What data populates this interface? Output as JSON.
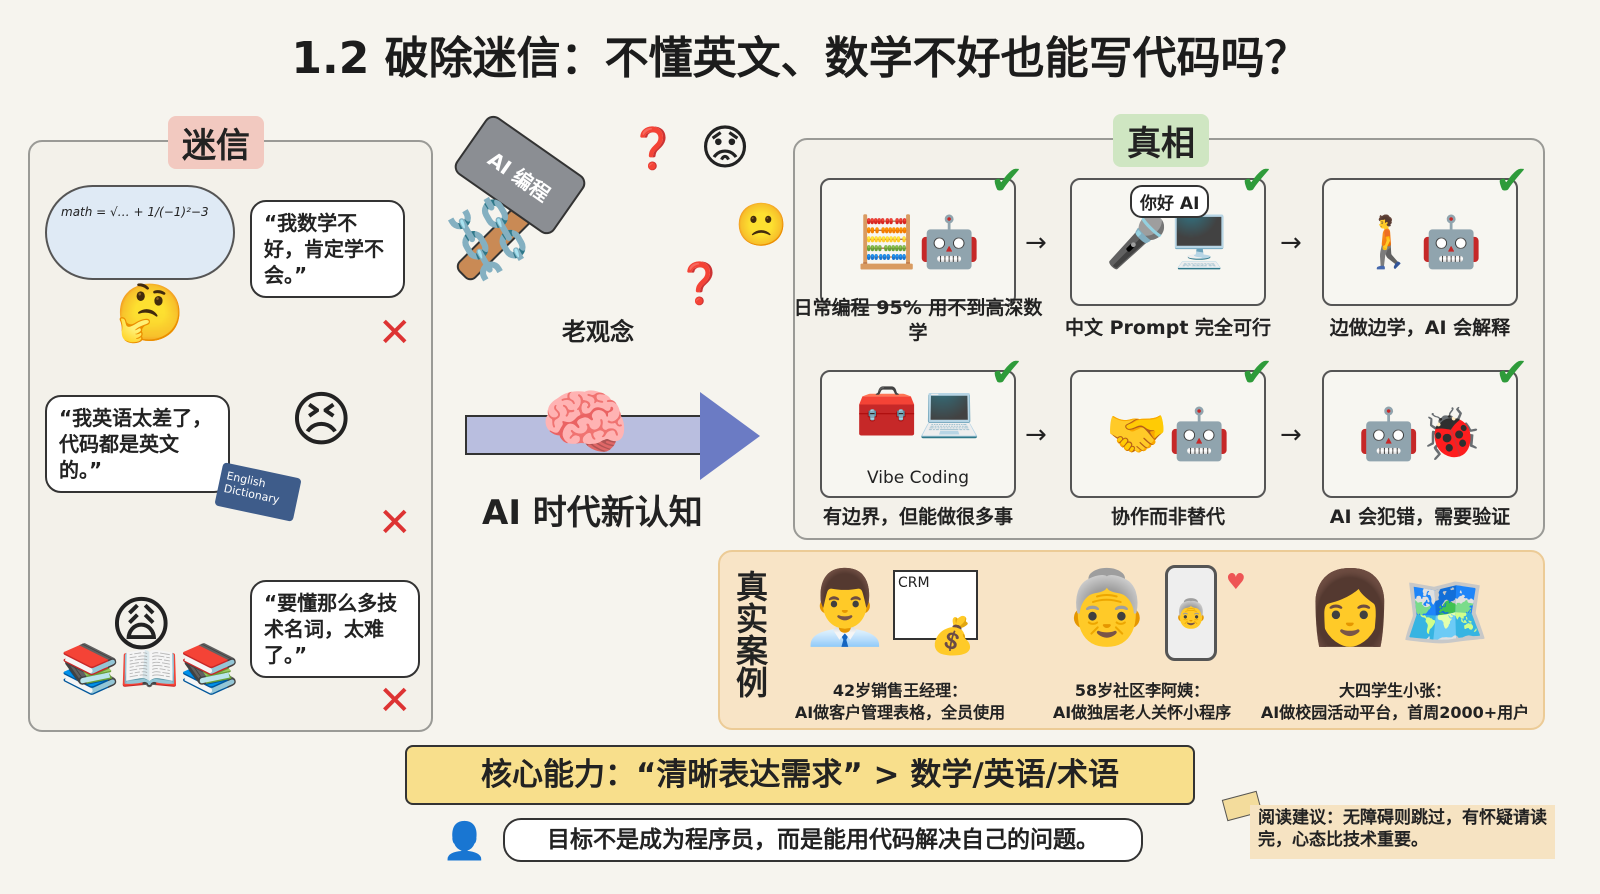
{
  "title": "1.2 破除迷信：不懂英文、数学不好也能写代码吗？",
  "myths": {
    "label": "迷信",
    "items": [
      {
        "quote": "“我数学不好，肯定学不会。”"
      },
      {
        "quote": "“我英语太差了，代码都是英文的。”"
      },
      {
        "quote": "“要懂那么多技术名词，太难了。”"
      }
    ],
    "math_formula": "math = √… + 1/(−1)²−3",
    "dictionary_label": "English Dictionary"
  },
  "middle": {
    "hammer_label": "AI 编程",
    "old_label": "老观念",
    "new_label": "AI 时代新认知"
  },
  "truth": {
    "label": "真相",
    "cards": [
      {
        "caption": "日常编程 95% 用不到高深数学",
        "icon": "calculator-robot"
      },
      {
        "caption": "中文 Prompt 完全可行",
        "icon": "person-microphone",
        "bubble": "你好 AI"
      },
      {
        "caption": "边做边学，AI 会解释",
        "icon": "walk-with-robot"
      },
      {
        "caption": "有边界，但能做很多事",
        "icon": "toolbox-computer",
        "inner": "Vibe Coding"
      },
      {
        "caption": "协作而非替代",
        "icon": "handshake"
      },
      {
        "caption": "AI 会犯错，需要验证",
        "icon": "robot-bug-check"
      }
    ]
  },
  "cases": {
    "label": "真实案例",
    "items": [
      {
        "name": "42岁销售王经理：",
        "desc": "AI做客户管理表格，全员使用",
        "chart_label": "CRM"
      },
      {
        "name": "58岁社区李阿姨：",
        "desc": "AI做独居老人关怀小程序"
      },
      {
        "name": "大四学生小张：",
        "desc": "AI做校园活动平台，首周2000+用户"
      }
    ]
  },
  "core": "核心能力：“清晰表达需求” > 数学/英语/术语",
  "goal": "目标不是成为程序员，而是能用代码解决自己的问题。",
  "note": "阅读建议：无障碍则跳过，有怀疑请读完，心态比技术重要。"
}
